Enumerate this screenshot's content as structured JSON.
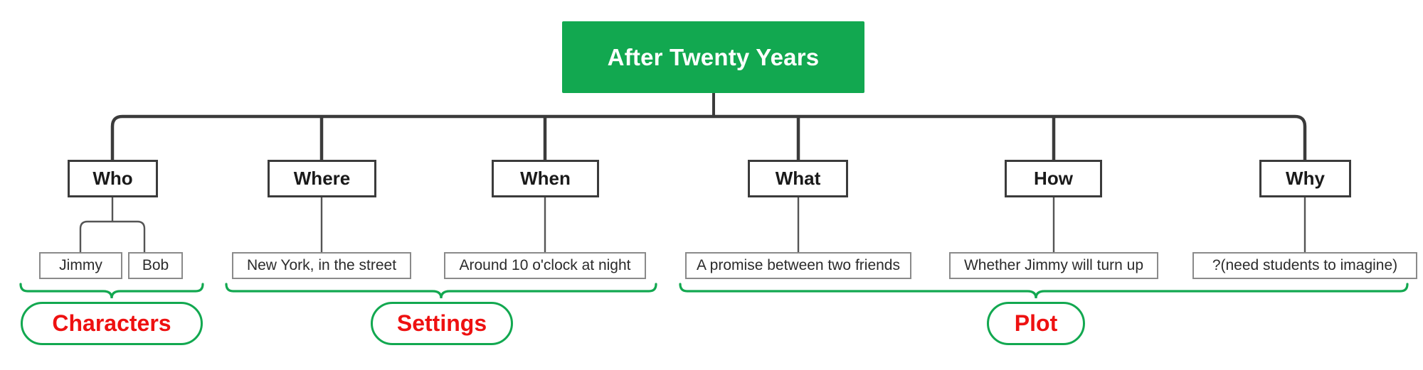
{
  "diagram": {
    "title": "After Twenty Years",
    "type": "mind-map",
    "colors": {
      "root_fill": "#12a850",
      "root_text": "#ffffff",
      "branch_border": "#3b3b3b",
      "branch_text": "#1a1a1a",
      "leaf_border": "#8a8a8a",
      "leaf_text": "#2b2b2b",
      "brace_stroke": "#12a850",
      "group_label_text": "#ee1111",
      "background": "#ffffff"
    },
    "root": {
      "label": "After Twenty Years"
    },
    "branches": [
      {
        "id": "who",
        "label": "Who",
        "leaves": [
          {
            "label": "Jimmy"
          },
          {
            "label": "Bob"
          }
        ]
      },
      {
        "id": "where",
        "label": "Where",
        "leaves": [
          {
            "label": "New York, in the street"
          }
        ]
      },
      {
        "id": "when",
        "label": "When",
        "leaves": [
          {
            "label": "Around 10 o'clock at night"
          }
        ]
      },
      {
        "id": "what",
        "label": "What",
        "leaves": [
          {
            "label": "A promise between two friends"
          }
        ]
      },
      {
        "id": "how",
        "label": "How",
        "leaves": [
          {
            "label": "Whether Jimmy will turn up"
          }
        ]
      },
      {
        "id": "why",
        "label": "Why",
        "leaves": [
          {
            "label": "?(need students to imagine)"
          }
        ]
      }
    ],
    "groups": [
      {
        "id": "characters",
        "label": "Characters",
        "covers": [
          "who"
        ]
      },
      {
        "id": "settings",
        "label": "Settings",
        "covers": [
          "where",
          "when"
        ]
      },
      {
        "id": "plot",
        "label": "Plot",
        "covers": [
          "what",
          "how",
          "why"
        ]
      }
    ]
  }
}
